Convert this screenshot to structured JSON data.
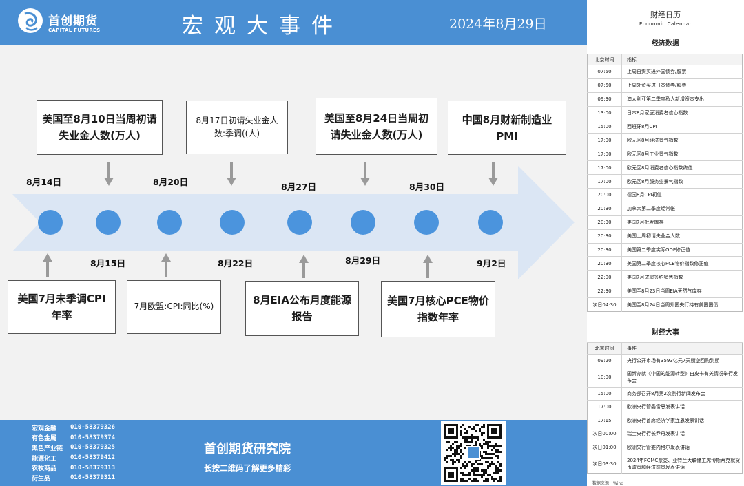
{
  "header": {
    "logo_cn": "首创期货",
    "logo_en": "CAPITAL FUTURES",
    "title": "宏观大事件",
    "date": "2024年8月29日"
  },
  "timeline": {
    "top_boxes": [
      "美国至8月10日当周初请失业金人数(万人)",
      "8月17日初请失业金人数:季调((人)",
      "美国至8月24日当周初请失业金人数(万人)",
      "中国8月财新制造业PMI"
    ],
    "bottom_boxes": [
      "美国7月未季调CPI年率",
      "7月欧盟:CPI:同比(%)",
      "8月EIA公布月度能源报告",
      "美国7月核心PCE物价指数年率"
    ],
    "top_dates": [
      "8月14日",
      "8月20日",
      "8月27日",
      "8月30日"
    ],
    "bottom_dates": [
      "8月15日",
      "8月22日",
      "8月29日",
      "9月2日"
    ]
  },
  "footer": {
    "contacts": [
      {
        "name": "宏观金融",
        "phone": "010-58379326"
      },
      {
        "name": "有色金属",
        "phone": "010-58379374"
      },
      {
        "name": "黑色产业链",
        "phone": "010-58379325"
      },
      {
        "name": "能源化工",
        "phone": "010-58379412"
      },
      {
        "name": "农牧商品",
        "phone": "010-58379313"
      },
      {
        "name": "衍生品",
        "phone": "010-58379311"
      }
    ],
    "institute": "首创期货研究院",
    "slogan": "长按二维码了解更多精彩"
  },
  "calendar": {
    "title": "财经日历",
    "subtitle": "Economic Calendar",
    "data_section": "经济数据",
    "events_section": "财经大事",
    "col_time": "北京时间",
    "col_indicator": "指标",
    "col_event": "事件",
    "data_rows": [
      {
        "time": "07:50",
        "name": "上周日资买进外国债券/股票"
      },
      {
        "time": "07:50",
        "name": "上周外资买进日本债券/股票"
      },
      {
        "time": "09:30",
        "name": "澳大利亚第二季度私人新增资本支出"
      },
      {
        "time": "13:00",
        "name": "日本8月家庭消费者信心指数"
      },
      {
        "time": "15:00",
        "name": "西班牙8月CPI"
      },
      {
        "time": "17:00",
        "name": "欧元区8月经济景气指数"
      },
      {
        "time": "17:00",
        "name": "欧元区8月工业景气指数"
      },
      {
        "time": "17:00",
        "name": "欧元区8月消费者信心指数终值"
      },
      {
        "time": "17:00",
        "name": "欧元区8月服务业景气指数"
      },
      {
        "time": "20:00",
        "name": "德国8月CPI初值"
      },
      {
        "time": "20:30",
        "name": "加拿大第二季度经常帐"
      },
      {
        "time": "20:30",
        "name": "美国7月批发库存"
      },
      {
        "time": "20:30",
        "name": "美国上周初请失业金人数"
      },
      {
        "time": "20:30",
        "name": "美国第二季度实际GDP修正值"
      },
      {
        "time": "20:30",
        "name": "美国第二季度核心PCE物价指数修正值"
      },
      {
        "time": "22:00",
        "name": "美国7月成屋签约销售指数"
      },
      {
        "time": "22:30",
        "name": "美国至8月23日当周EIA天然气库存"
      },
      {
        "time": "次日04:30",
        "name": "美国至8月24日当周外国央行持有美国国债"
      }
    ],
    "event_rows": [
      {
        "time": "09:20",
        "name": "央行公开市场有3593亿元7天期逆回购到期"
      },
      {
        "time": "10:00",
        "name": "国新办就《中国的能源转型》白皮书有关情况举行发布会"
      },
      {
        "time": "15:00",
        "name": "商务部召开8月第2次例行新闻发布会"
      },
      {
        "time": "17:00",
        "name": "欧洲央行管委雷恩发表讲话"
      },
      {
        "time": "17:15",
        "name": "欧洲央行首席经济学家连恩发表讲话"
      },
      {
        "time": "次日00:00",
        "name": "瑞士央行行长乔丹发表讲话"
      },
      {
        "time": "次日01:00",
        "name": "欧洲央行管委内格尔发表讲话"
      },
      {
        "time": "次日03:30",
        "name": "2024年FOMC票委、亚特兰大联储主席博斯蒂克就货币政策和经济前景发表讲话"
      }
    ],
    "source": "数据来源：Wind"
  },
  "colors": {
    "header_blue": "#4a8fd3",
    "arrow_body": "#dbe6f4",
    "node_blue": "#4b94dd"
  }
}
